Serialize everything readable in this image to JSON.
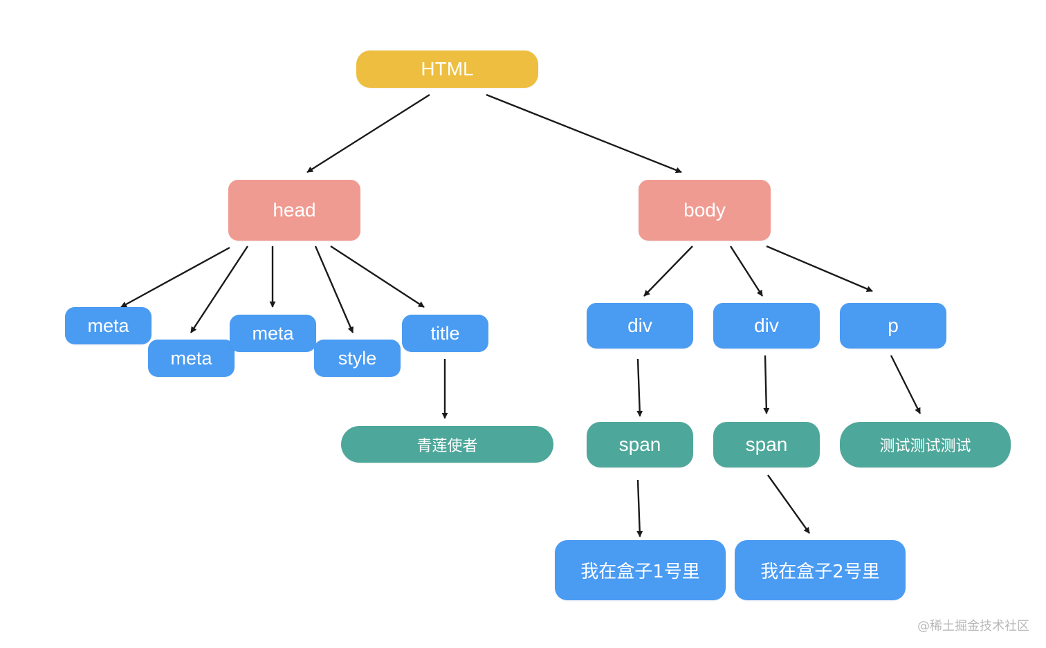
{
  "colors": {
    "root": "#EDBE3F",
    "section": "#F09B92",
    "element": "#4A9BF2",
    "text_node": "#4DA79A",
    "edge": "#1a1a1a",
    "watermark": "#b8b8b8"
  },
  "nodes": {
    "html": "HTML",
    "head": "head",
    "body": "body",
    "meta1": "meta",
    "meta2": "meta",
    "meta3": "meta",
    "style": "style",
    "title": "title",
    "title_text": "青莲使者",
    "div1": "div",
    "div2": "div",
    "p": "p",
    "span1": "span",
    "span2": "span",
    "p_text": "测试测试测试",
    "box1_text": "我在盒子1号里",
    "box2_text": "我在盒子2号里"
  },
  "edges": [
    [
      "html",
      "head"
    ],
    [
      "html",
      "body"
    ],
    [
      "head",
      "meta1"
    ],
    [
      "head",
      "meta2"
    ],
    [
      "head",
      "meta3"
    ],
    [
      "head",
      "style"
    ],
    [
      "head",
      "title"
    ],
    [
      "title",
      "title_text"
    ],
    [
      "body",
      "div1"
    ],
    [
      "body",
      "div2"
    ],
    [
      "body",
      "p"
    ],
    [
      "div1",
      "span1"
    ],
    [
      "div2",
      "span2"
    ],
    [
      "p",
      "p_text"
    ],
    [
      "span1",
      "box1_text"
    ],
    [
      "span2",
      "box2_text"
    ]
  ],
  "watermark": "@稀土掘金技术社区"
}
